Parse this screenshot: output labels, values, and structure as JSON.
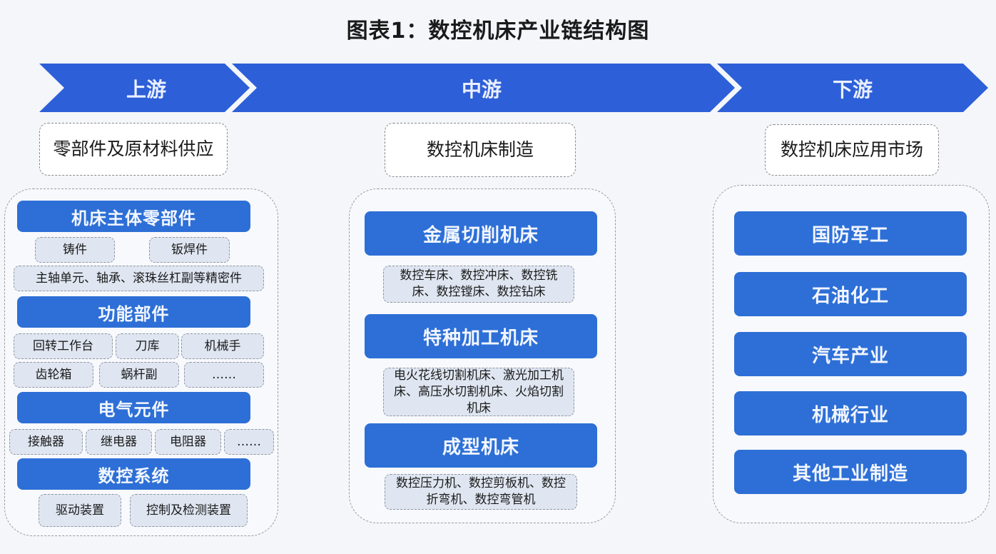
{
  "title": "图表1：数控机床产业链结构图",
  "colors": {
    "arrow_blue": "#2d5fd8",
    "head_blue": "#2d6fd6",
    "item_bg": "#dfe6f1"
  },
  "stages": [
    {
      "label": "上游",
      "category": "零部件及原材料供应"
    },
    {
      "label": "中游",
      "category": "数控机床制造"
    },
    {
      "label": "下游",
      "category": "数控机床应用市场"
    }
  ],
  "upstream": {
    "groups": [
      {
        "head": "机床主体零部件",
        "items": [
          "铸件",
          "钣焊件",
          "主轴单元、轴承、滚珠丝杠副等精密件"
        ]
      },
      {
        "head": "功能部件",
        "items": [
          "回转工作台",
          "刀库",
          "机械手",
          "齿轮箱",
          "蜗杆副",
          "……"
        ]
      },
      {
        "head": "电气元件",
        "items": [
          "接触器",
          "继电器",
          "电阻器",
          "……"
        ]
      },
      {
        "head": "数控系统",
        "items": [
          "驱动装置",
          "控制及检测装置"
        ]
      }
    ]
  },
  "midstream": {
    "groups": [
      {
        "head": "金属切削机床",
        "desc": "数控车床、数控冲床、数控铣床、数控镗床、数控钻床"
      },
      {
        "head": "特种加工机床",
        "desc": "电火花线切割机床、激光加工机床、高压水切割机床、火焰切割机床"
      },
      {
        "head": "成型机床",
        "desc": "数控压力机、数控剪板机、数控折弯机、数控弯管机"
      }
    ]
  },
  "downstream": {
    "items": [
      "国防军工",
      "石油化工",
      "汽车产业",
      "机械行业",
      "其他工业制造"
    ]
  }
}
